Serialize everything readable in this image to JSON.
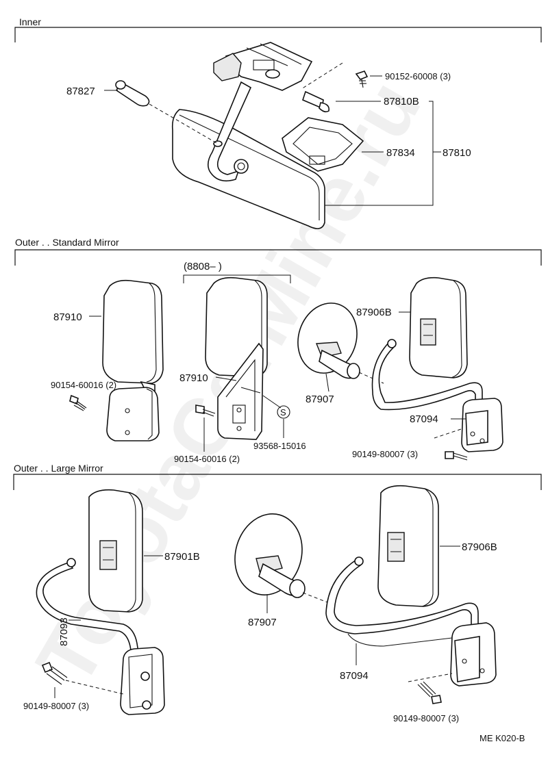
{
  "sections": {
    "inner": "Inner",
    "outer_standard": "Outer . . Standard Mirror",
    "outer_large": "Outer . . Large Mirror"
  },
  "inner_labels": {
    "p87827": "87827",
    "p90152": "90152-60008 (3)",
    "p87810B": "87810B",
    "p87834": "87834",
    "p87810": "87810"
  },
  "standard_labels": {
    "p87910_left": "87910",
    "p90154_left": "90154-60016 (2)",
    "bracket_range": "(8808–        )",
    "p87910_mid": "87910",
    "p90154_mid": "90154-60016 (2)",
    "p93568": "93568-15016",
    "s_mark": "S",
    "p87907": "87907",
    "p87906B": "87906B",
    "p87094": "87094",
    "p90149": "90149-80007 (3)"
  },
  "large_labels": {
    "p87901B": "87901B",
    "p87093": "87093",
    "p90149_left": "90149-80007 (3)",
    "p87907": "87907",
    "p87906B": "87906B",
    "p87094": "87094",
    "p90149_right": "90149-80007 (3)"
  },
  "footer": {
    "code": "ME  K020-B"
  },
  "watermark": "ToyotaCarMine.ru"
}
